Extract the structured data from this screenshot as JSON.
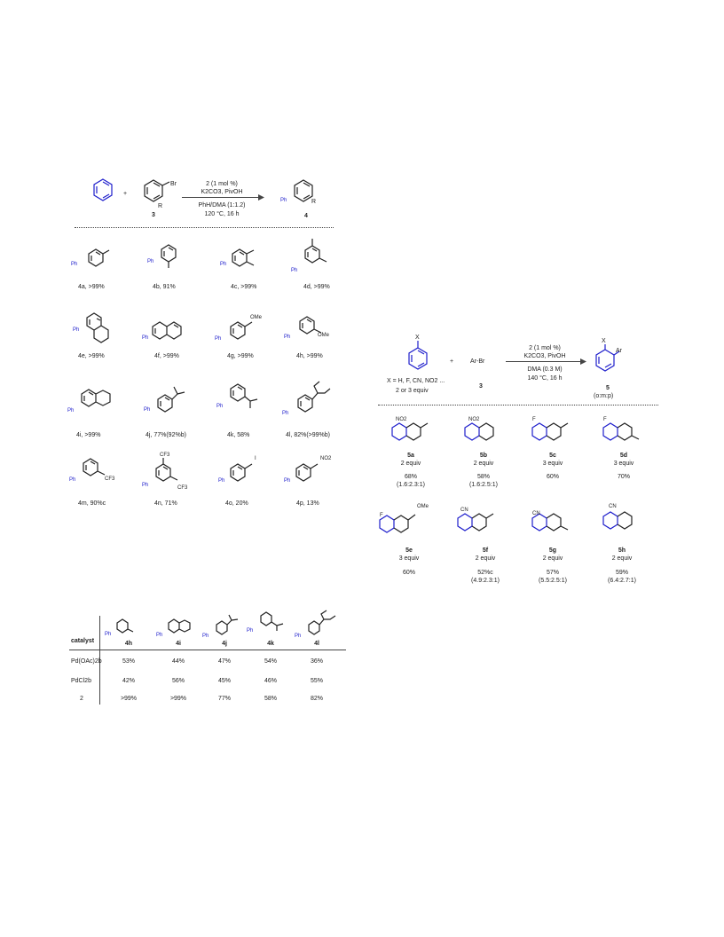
{
  "scheme1": {
    "plus": "+",
    "reagent_label": "3",
    "product_label": "4",
    "br": "Br",
    "r": "R",
    "ph": "Ph",
    "conditions": [
      "2 (1 mol %)",
      "K2CO3, PivOH",
      "PhH/DMA (1:1.2)",
      "120 °C, 16 h"
    ],
    "entries": [
      {
        "id": "4a",
        "text": "4a, >99%"
      },
      {
        "id": "4b",
        "text": "4b, 91%"
      },
      {
        "id": "4c",
        "text": "4c, >99%"
      },
      {
        "id": "4d",
        "text": "4d, >99%"
      },
      {
        "id": "4e",
        "text": "4e, >99%"
      },
      {
        "id": "4f",
        "text": "4f, >99%"
      },
      {
        "id": "4g",
        "text": "4g, >99%"
      },
      {
        "id": "4h",
        "text": "4h, >99%"
      },
      {
        "id": "4i",
        "text": "4i, >99%"
      },
      {
        "id": "4j",
        "text": "4j, 77%(92%b)"
      },
      {
        "id": "4k",
        "text": "4k, 58%"
      },
      {
        "id": "4l",
        "text": "4l, 82%(>99%b)"
      },
      {
        "id": "4m",
        "text": "4m, 90%c"
      },
      {
        "id": "4n",
        "text": "4n, 71%"
      },
      {
        "id": "4o",
        "text": "4o, 20%"
      },
      {
        "id": "4p",
        "text": "4p, 13%"
      }
    ],
    "substituents": {
      "ome": "OMe",
      "cf3": "CF3",
      "i": "I",
      "no2": "NO2"
    }
  },
  "table": {
    "header": "catalyst",
    "columns": [
      "4h",
      "4i",
      "4j",
      "4k",
      "4l"
    ],
    "rows": [
      {
        "catalyst": "Pd(OAc)2b",
        "values": [
          "53%",
          "44%",
          "47%",
          "54%",
          "36%"
        ]
      },
      {
        "catalyst": "PdCl2b",
        "values": [
          "42%",
          "56%",
          "45%",
          "46%",
          "55%"
        ]
      },
      {
        "catalyst": "2",
        "values": [
          ">99%",
          ">99%",
          "77%",
          "58%",
          "82%"
        ]
      }
    ]
  },
  "scheme2": {
    "x": "X",
    "ar": "Ar",
    "plus": "+",
    "arbr": "Ar-Br",
    "reagent_label": "3",
    "x_def": "X = H, F, CN, NO2 ...",
    "equiv": "2 or 3 equiv",
    "conditions": [
      "2 (1 mol %)",
      "K2CO3, PivOH",
      "DMA (0.3 M)",
      "140 °C, 16 h"
    ],
    "product_label": "5",
    "product_note": "(o:m:p)",
    "entries": [
      {
        "id": "5a",
        "equiv": "2 equiv",
        "yield": "68%",
        "ratio": "(1.6:2.3:1)",
        "sub": "NO2"
      },
      {
        "id": "5b",
        "equiv": "2 equiv",
        "yield": "58%",
        "ratio": "(1.6:2.5:1)",
        "sub": "NO2"
      },
      {
        "id": "5c",
        "equiv": "3 equiv",
        "yield": "60%",
        "ratio": "",
        "sub": "F"
      },
      {
        "id": "5d",
        "equiv": "3 equiv",
        "yield": "70%",
        "ratio": "",
        "sub": "F"
      },
      {
        "id": "5e",
        "equiv": "3 equiv",
        "yield": "60%",
        "ratio": "",
        "sub": "F"
      },
      {
        "id": "5f",
        "equiv": "2 equiv",
        "yield": "52%c",
        "ratio": "(4.9:2.3:1)",
        "sub": "CN"
      },
      {
        "id": "5g",
        "equiv": "2 equiv",
        "yield": "57%",
        "ratio": "(5.5:2.5:1)",
        "sub": "CN"
      },
      {
        "id": "5h",
        "equiv": "2 equiv",
        "yield": "59%",
        "ratio": "(6.4:2.7:1)",
        "sub": "CN"
      }
    ],
    "ome": "OMe"
  }
}
